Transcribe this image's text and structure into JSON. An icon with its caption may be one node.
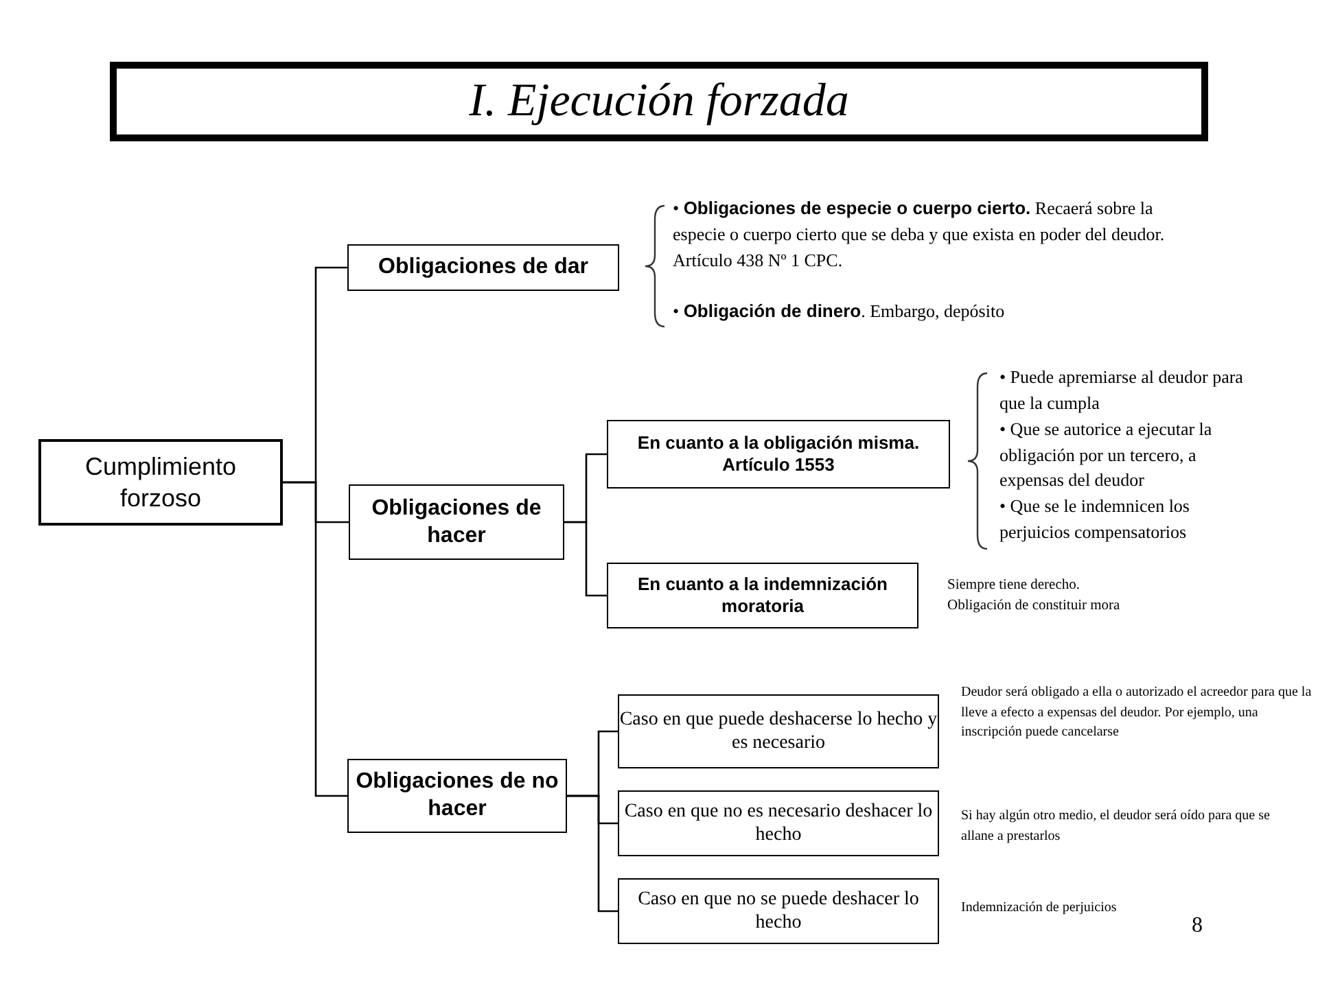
{
  "diagram": {
    "title": "I. Ejecución forzada",
    "nodes": [
      {
        "text": [
          "Cumplimiento forzoso"
        ]
      },
      {
        "text": [
          "Obligaciones de dar"
        ],
        "beside": [
          "• **Obligaciones de especie o cuerpo cierto.** Recaerá sobre la especie o cuerpo cierto que se deba y que exista en poder del deudor. Artículo 438 Nº 1 CPC.",
          "• **Obligación de dinero**. Embargo, depósito"
        ]
      },
      {
        "text": [
          "Obligaciones de hacer"
        ]
      },
      {
        "text": [
          "**En cuanto a la obligación misma.** Artículo 1553"
        ],
        "beside": [
          "• Puede apremiarse al deudor para que la cumpla",
          "• Que se autorice a ejecutar la obligación por un tercero, a expensas del deudor",
          "• Que se le indemnicen los perjuicios compensatorios"
        ]
      },
      {
        "text": [
          "En cuanto a la indemnización moratoria"
        ],
        "beside": [
          "Siempre tiene derecho.",
          "Obligación de constituir mora"
        ]
      },
      {
        "text": [
          "Obligaciones de no hacer"
        ]
      },
      {
        "text": [
          "Caso en que puede deshacerse lo hecho y es necesario"
        ],
        "beside": [
          "Deudor será obligado a ella o autorizado el acreedor para que la lleve a efecto a expensas del deudor. Por ejemplo, una inscripción puede cancelarse"
        ]
      },
      {
        "text": [
          "Caso en que no es necesario deshacer lo hecho"
        ],
        "beside": [
          "Si hay algún otro medio, el deudor será oído para que se allane a prestarlos"
        ]
      },
      {
        "text": [
          "Caso en que no se puede deshacer lo hecho"
        ],
        "beside": [
          "Indemnización de perjuicios"
        ]
      }
    ],
    "edges": [
      {
        "from": 0,
        "to": 1,
        "arrow": "none"
      },
      {
        "from": 0,
        "to": 2,
        "arrow": "none"
      },
      {
        "from": 0,
        "to": 5,
        "arrow": "none"
      },
      {
        "from": 2,
        "to": 3,
        "arrow": "none"
      },
      {
        "from": 2,
        "to": 4,
        "arrow": "none"
      },
      {
        "from": 5,
        "to": 6,
        "arrow": "none"
      },
      {
        "from": 5,
        "to": 7,
        "arrow": "none"
      },
      {
        "from": 5,
        "to": 8,
        "arrow": "none"
      }
    ],
    "labels": [
      "8"
    ]
  }
}
